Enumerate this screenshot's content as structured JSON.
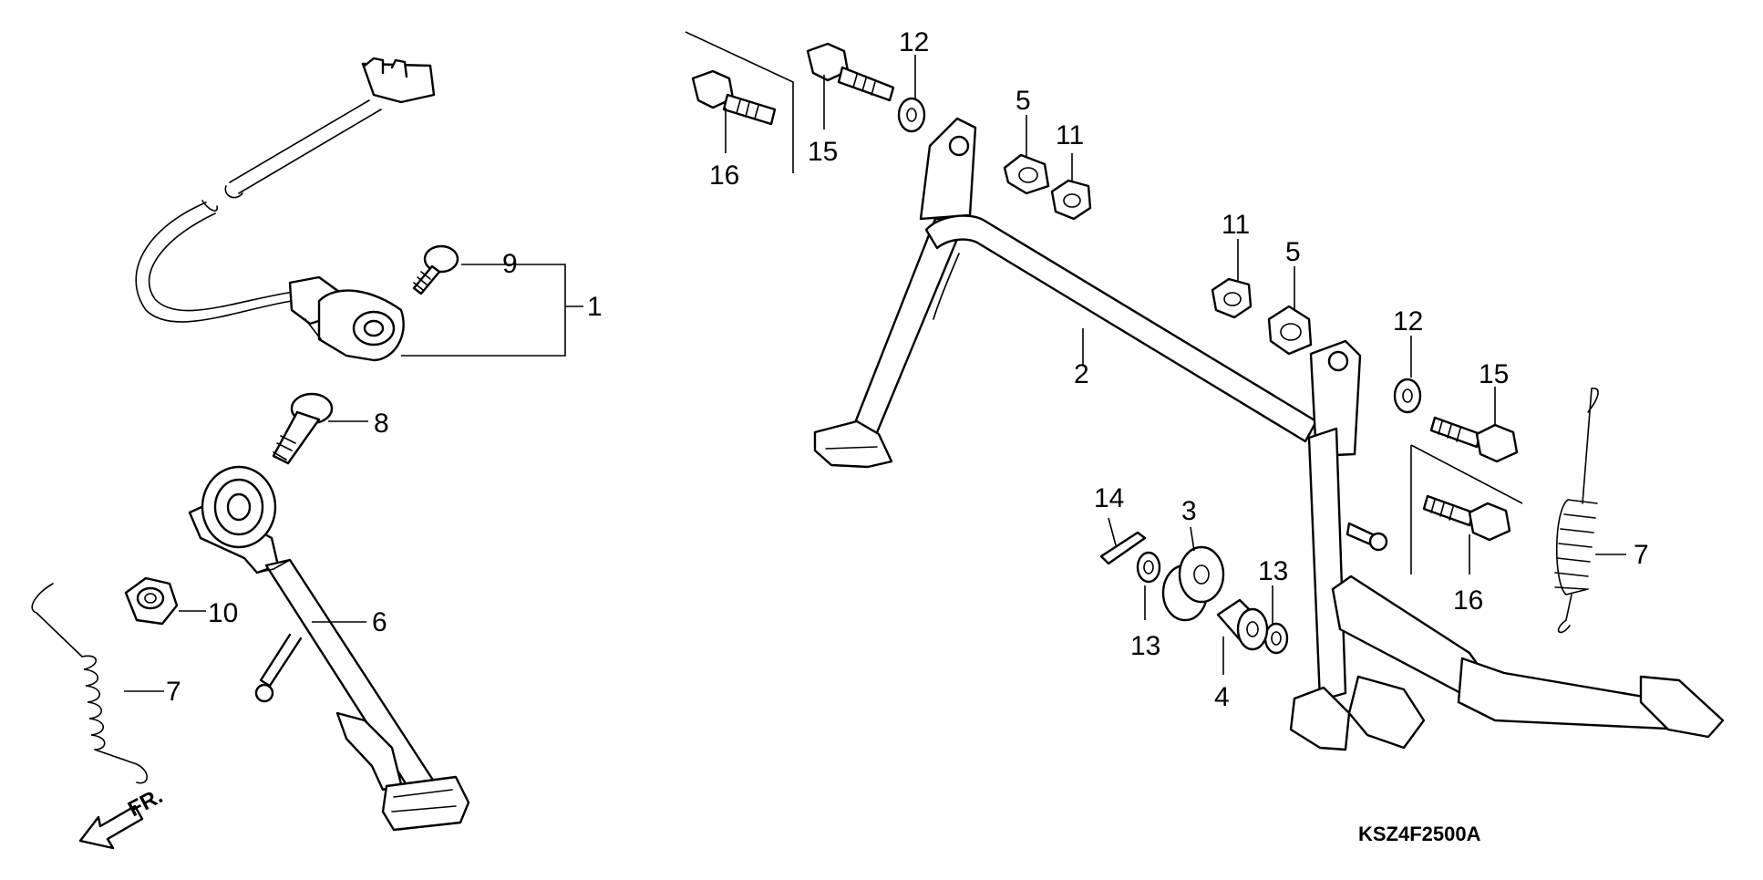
{
  "diagram_code": "KSZ4F2500A",
  "direction_label": "FR.",
  "callouts": {
    "c1": "1",
    "c2": "2",
    "c3": "3",
    "c4": "4",
    "c5a": "5",
    "c5b": "5",
    "c6": "6",
    "c7a": "7",
    "c7b": "7",
    "c8": "8",
    "c9": "9",
    "c10": "10",
    "c11a": "11",
    "c11b": "11",
    "c12a": "12",
    "c12b": "12",
    "c13a": "13",
    "c13b": "13",
    "c14": "14",
    "c15a": "15",
    "c15b": "15",
    "c16a": "16",
    "c16b": "16"
  },
  "colors": {
    "line": "#000000",
    "background": "#ffffff",
    "shade": "#c8c8c8"
  }
}
